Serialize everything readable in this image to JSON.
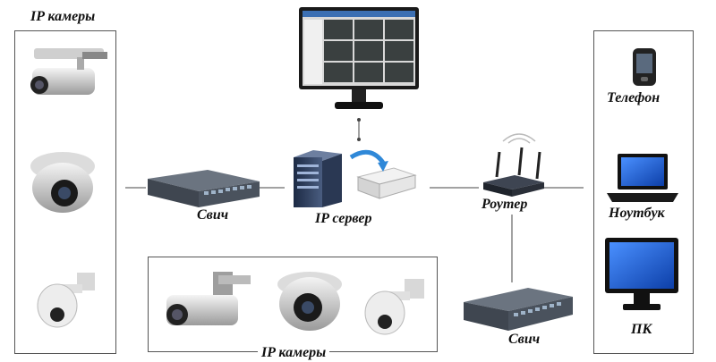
{
  "labels": {
    "ip_cameras_top": "IP камеры",
    "ip_cameras_bottom": "IP камеры",
    "switch_left": "Свич",
    "ip_server": "IP сервер",
    "router": "Роутер",
    "switch_bottom": "Свич",
    "phone": "Телефон",
    "laptop": "Ноутбук",
    "pc": "ПК"
  },
  "colors": {
    "camera_body": "#e6e6e6",
    "switch_body": "#3f4650",
    "screen_blue": "#1e5fd0",
    "router_body": "#2a2f38",
    "line": "#444444"
  }
}
